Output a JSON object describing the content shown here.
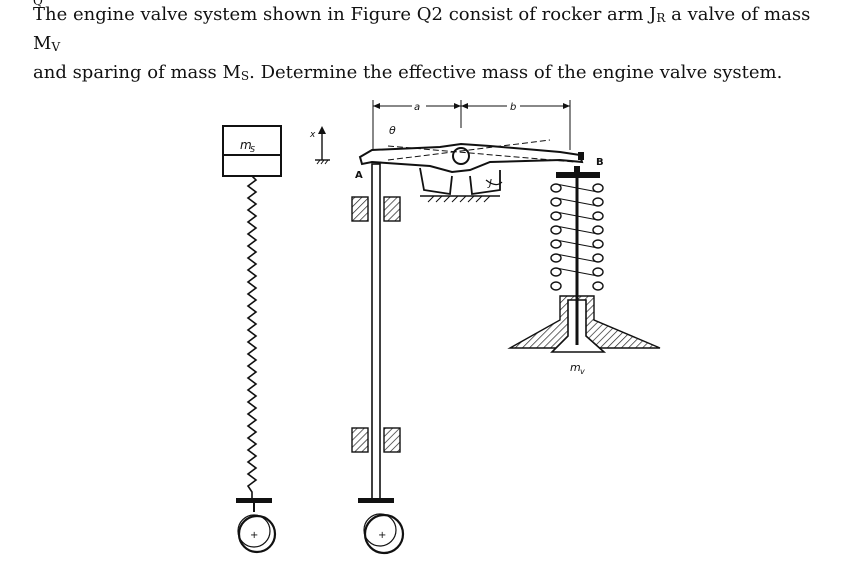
{
  "question": {
    "prefix": "The engine valve system shown in Figure Q2 consist of rocker arm J",
    "rocker_sub": "R",
    "middle1": " a valve of mass M",
    "valve_sub": "V",
    "line2_a": "and sparing of mass M",
    "spring_sub": "S",
    "line2_b": ". Determine the effective mass of the engine valve system."
  },
  "figure": {
    "label_ms": "m",
    "label_ms_sub": "S",
    "label_x": "x",
    "label_a_dim": "a",
    "label_b_dim": "b",
    "label_theta": "θ",
    "label_A": "A",
    "label_B": "B",
    "label_J": "J",
    "label_mv": "m",
    "label_mv_sub": "v"
  }
}
